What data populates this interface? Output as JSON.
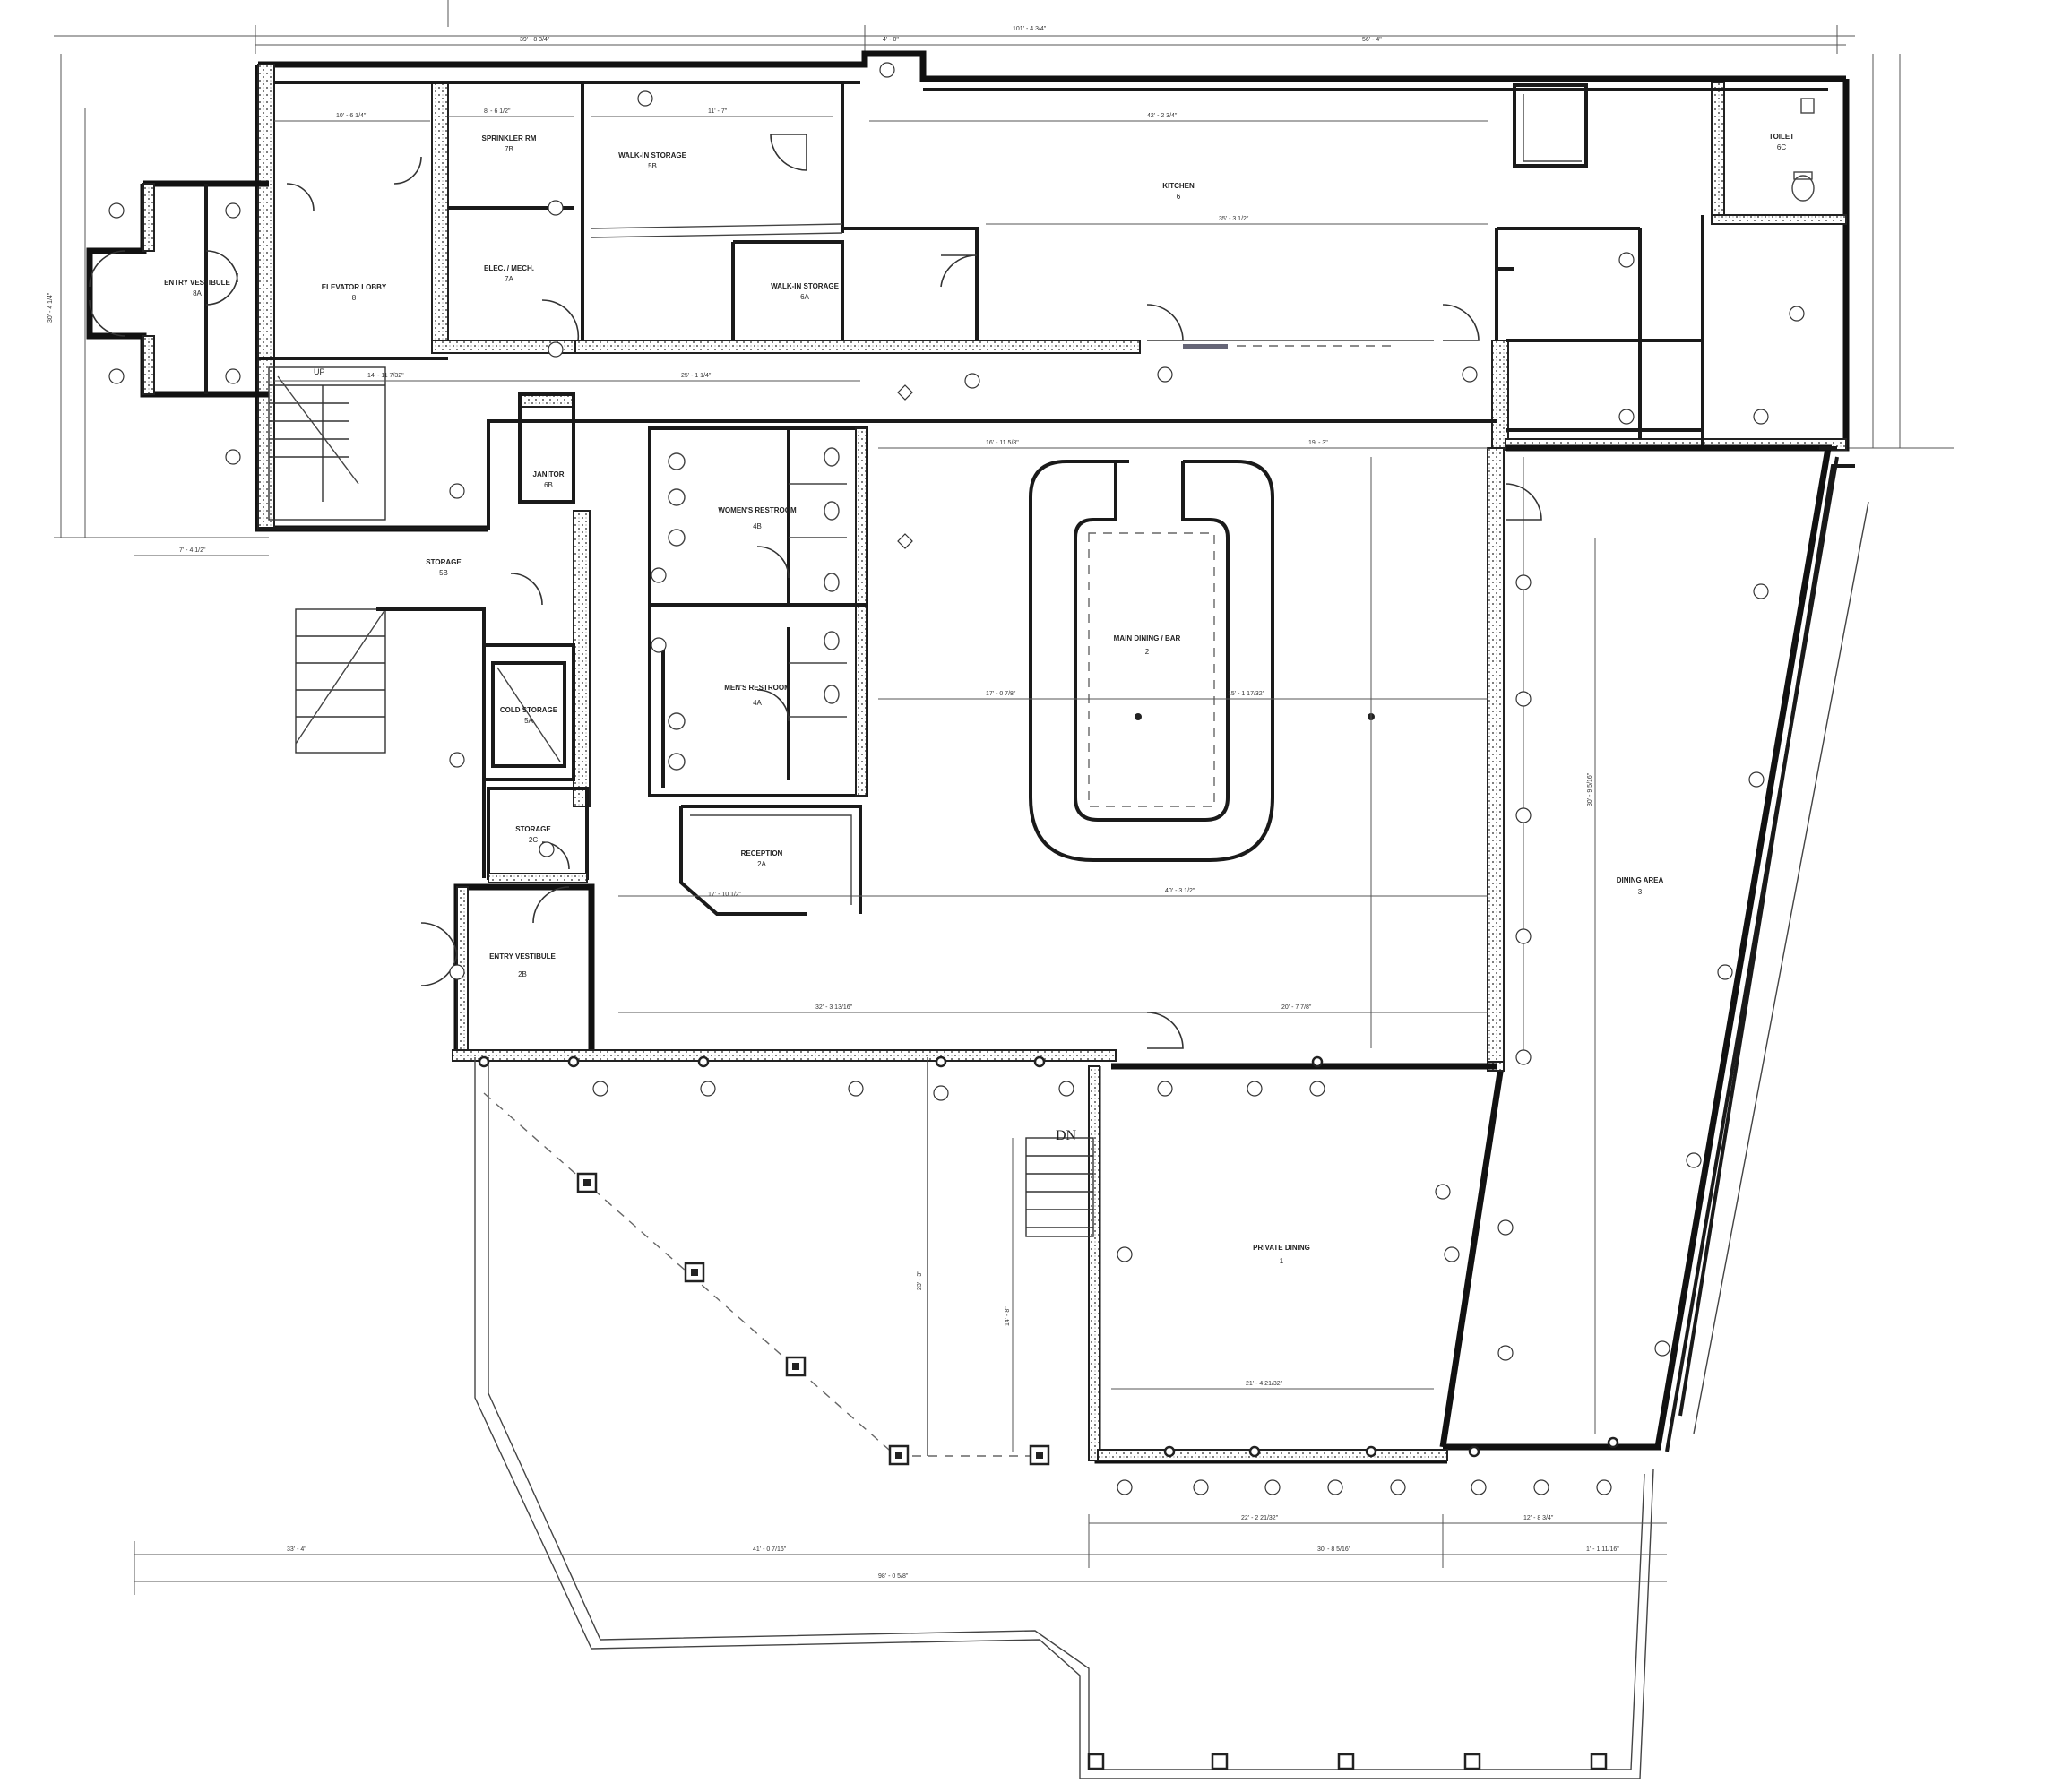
{
  "plan": {
    "rooms": [
      {
        "id": "room-entry-vestibule-8a",
        "name": "ENTRY VESTIBULE",
        "number": "8A"
      },
      {
        "id": "room-elevator-lobby",
        "name": "ELEVATOR LOBBY",
        "number": "8"
      },
      {
        "id": "room-sprinkler-rm",
        "name": "SPRINKLER RM",
        "number": "7B"
      },
      {
        "id": "room-elec-mech",
        "name": "ELEC. / MECH.",
        "number": "7A"
      },
      {
        "id": "room-walk-in-storage-5b",
        "name": "WALK-IN STORAGE",
        "number": "5B"
      },
      {
        "id": "room-walk-in-storage-6a",
        "name": "WALK-IN STORAGE",
        "number": "6A"
      },
      {
        "id": "room-kitchen",
        "name": "KITCHEN",
        "number": "6"
      },
      {
        "id": "room-toilet",
        "name": "TOILET",
        "number": "6C"
      },
      {
        "id": "room-janitor",
        "name": "JANITOR",
        "number": "6B"
      },
      {
        "id": "room-storage-5b",
        "name": "STORAGE",
        "number": "5B"
      },
      {
        "id": "room-womens-restroom",
        "name": "WOMEN'S RESTROOM",
        "number": "4B"
      },
      {
        "id": "room-mens-restroom",
        "name": "MEN'S RESTROOM",
        "number": "4A"
      },
      {
        "id": "room-cold-storage",
        "name": "COLD STORAGE",
        "number": "5A"
      },
      {
        "id": "room-storage-2c",
        "name": "STORAGE",
        "number": "2C"
      },
      {
        "id": "room-reception",
        "name": "RECEPTION",
        "number": "2A"
      },
      {
        "id": "room-entry-vestibule-2b",
        "name": "ENTRY VESTIBULE",
        "number": "2B"
      },
      {
        "id": "room-main-dining",
        "name": "MAIN DINING / BAR",
        "number": "2"
      },
      {
        "id": "room-dining-area",
        "name": "DINING AREA",
        "number": "3"
      },
      {
        "id": "room-private-dining",
        "name": "PRIVATE DINING",
        "number": "1"
      }
    ],
    "stair_labels": {
      "up": "UP",
      "down": "DN"
    },
    "dimensions": {
      "top_overall": "101' - 4 3/4\"",
      "top_left": "39' - 8 3/4\"",
      "top_mid": "4' - 0\"",
      "top_right": "56' - 4\"",
      "kitchen_width": "42' - 2 3/4\"",
      "kitchen_lower": "35' - 3 1/2\"",
      "elevator_lobby": "10' - 6 1/4\"",
      "sprinkler": "8' - 6 1/2\"",
      "walk_in": "11' - 7\"",
      "lobby_lower": "14' - 11 7/32\"",
      "corridor": "25' - 1 1/4\"",
      "main_dining_top": "16' - 11 5/8\"",
      "main_dining_right_top": "19' - 3\"",
      "main_dining_mid": "17' - 0 7/8\"",
      "main_dining_mid2": "15' - 1 17/32\"",
      "main_dining_bottom": "40' - 3 1/2\"",
      "dining_bottom_left": "32' - 3 13/16\"",
      "dining_bottom_right": "20' - 7 7/8\"",
      "private_dining_width": "21' - 4 21/32\"",
      "deck_left": "33' - 4\"",
      "deck_mid": "41' - 0 7/16\"",
      "deck_right": "30' - 8 5/16\"",
      "deck_far_right": "1' - 1 11/16\"",
      "overall_bottom": "98' - 0 5/8\"",
      "bottom_pd": "22' - 2 21/32\"",
      "bottom_right": "12' - 8 3/4\"",
      "left_overall": "30' - 4 1/4\"",
      "left_low": "7' - 4 1/2\"",
      "dining_area_depth": "30' - 9 5/16\"",
      "reception": "17' - 10 1/2\"",
      "stair_deck": "23' - 3\"",
      "pd_depth": "14' - 8\""
    }
  }
}
